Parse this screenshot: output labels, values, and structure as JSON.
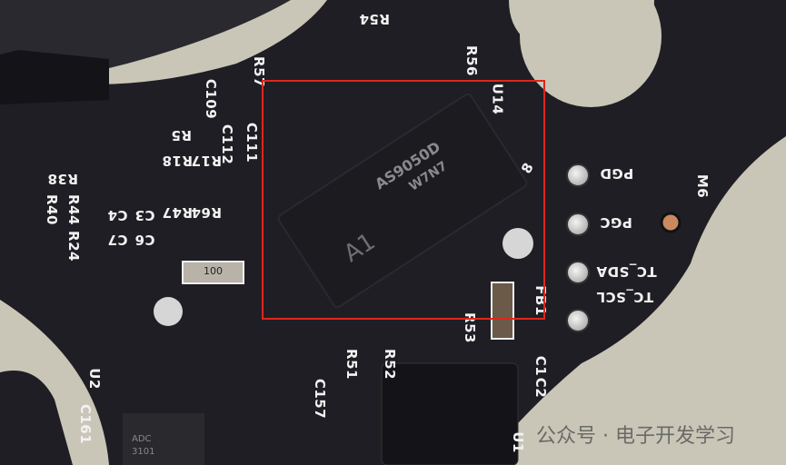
{
  "chip": {
    "marking_line1": "AS9050D",
    "marking_line2": "W7N7",
    "package_mark": "A1",
    "pin_mark": "8",
    "ref": "U14"
  },
  "silkscreen": {
    "R54": "R54",
    "R56": "R56",
    "R57": "R57",
    "C109": "C109",
    "C111": "C111",
    "C112": "C112",
    "R5": "R5",
    "R17": "R17",
    "R18": "R18",
    "R47": "R47",
    "R64": "R64",
    "R38": "R38",
    "R40": "R40",
    "R44": "R44",
    "R24": "R24",
    "C4": "C4",
    "C3": "C3",
    "C7": "C7",
    "C6": "C6",
    "resistor_value": "100",
    "PGD": "PGD",
    "PGC": "PGC",
    "M6": "M6",
    "TC_SDA": "TC_SDA",
    "TC_SCL": "TC_SCL",
    "FB1": "FB1",
    "R53": "R53",
    "R52": "R52",
    "R51": "R51",
    "C1": "C1",
    "C2": "C2",
    "C157": "C157",
    "U2": "U2",
    "C161": "C161",
    "U1": "U1"
  },
  "adc_chip": {
    "line1": "ADC",
    "line2": "3101"
  },
  "watermark": "公众号 · 电子开发学习",
  "colors": {
    "board": "#1f1e24",
    "highlight": "#e0261c",
    "background": "#c9c6b8"
  }
}
